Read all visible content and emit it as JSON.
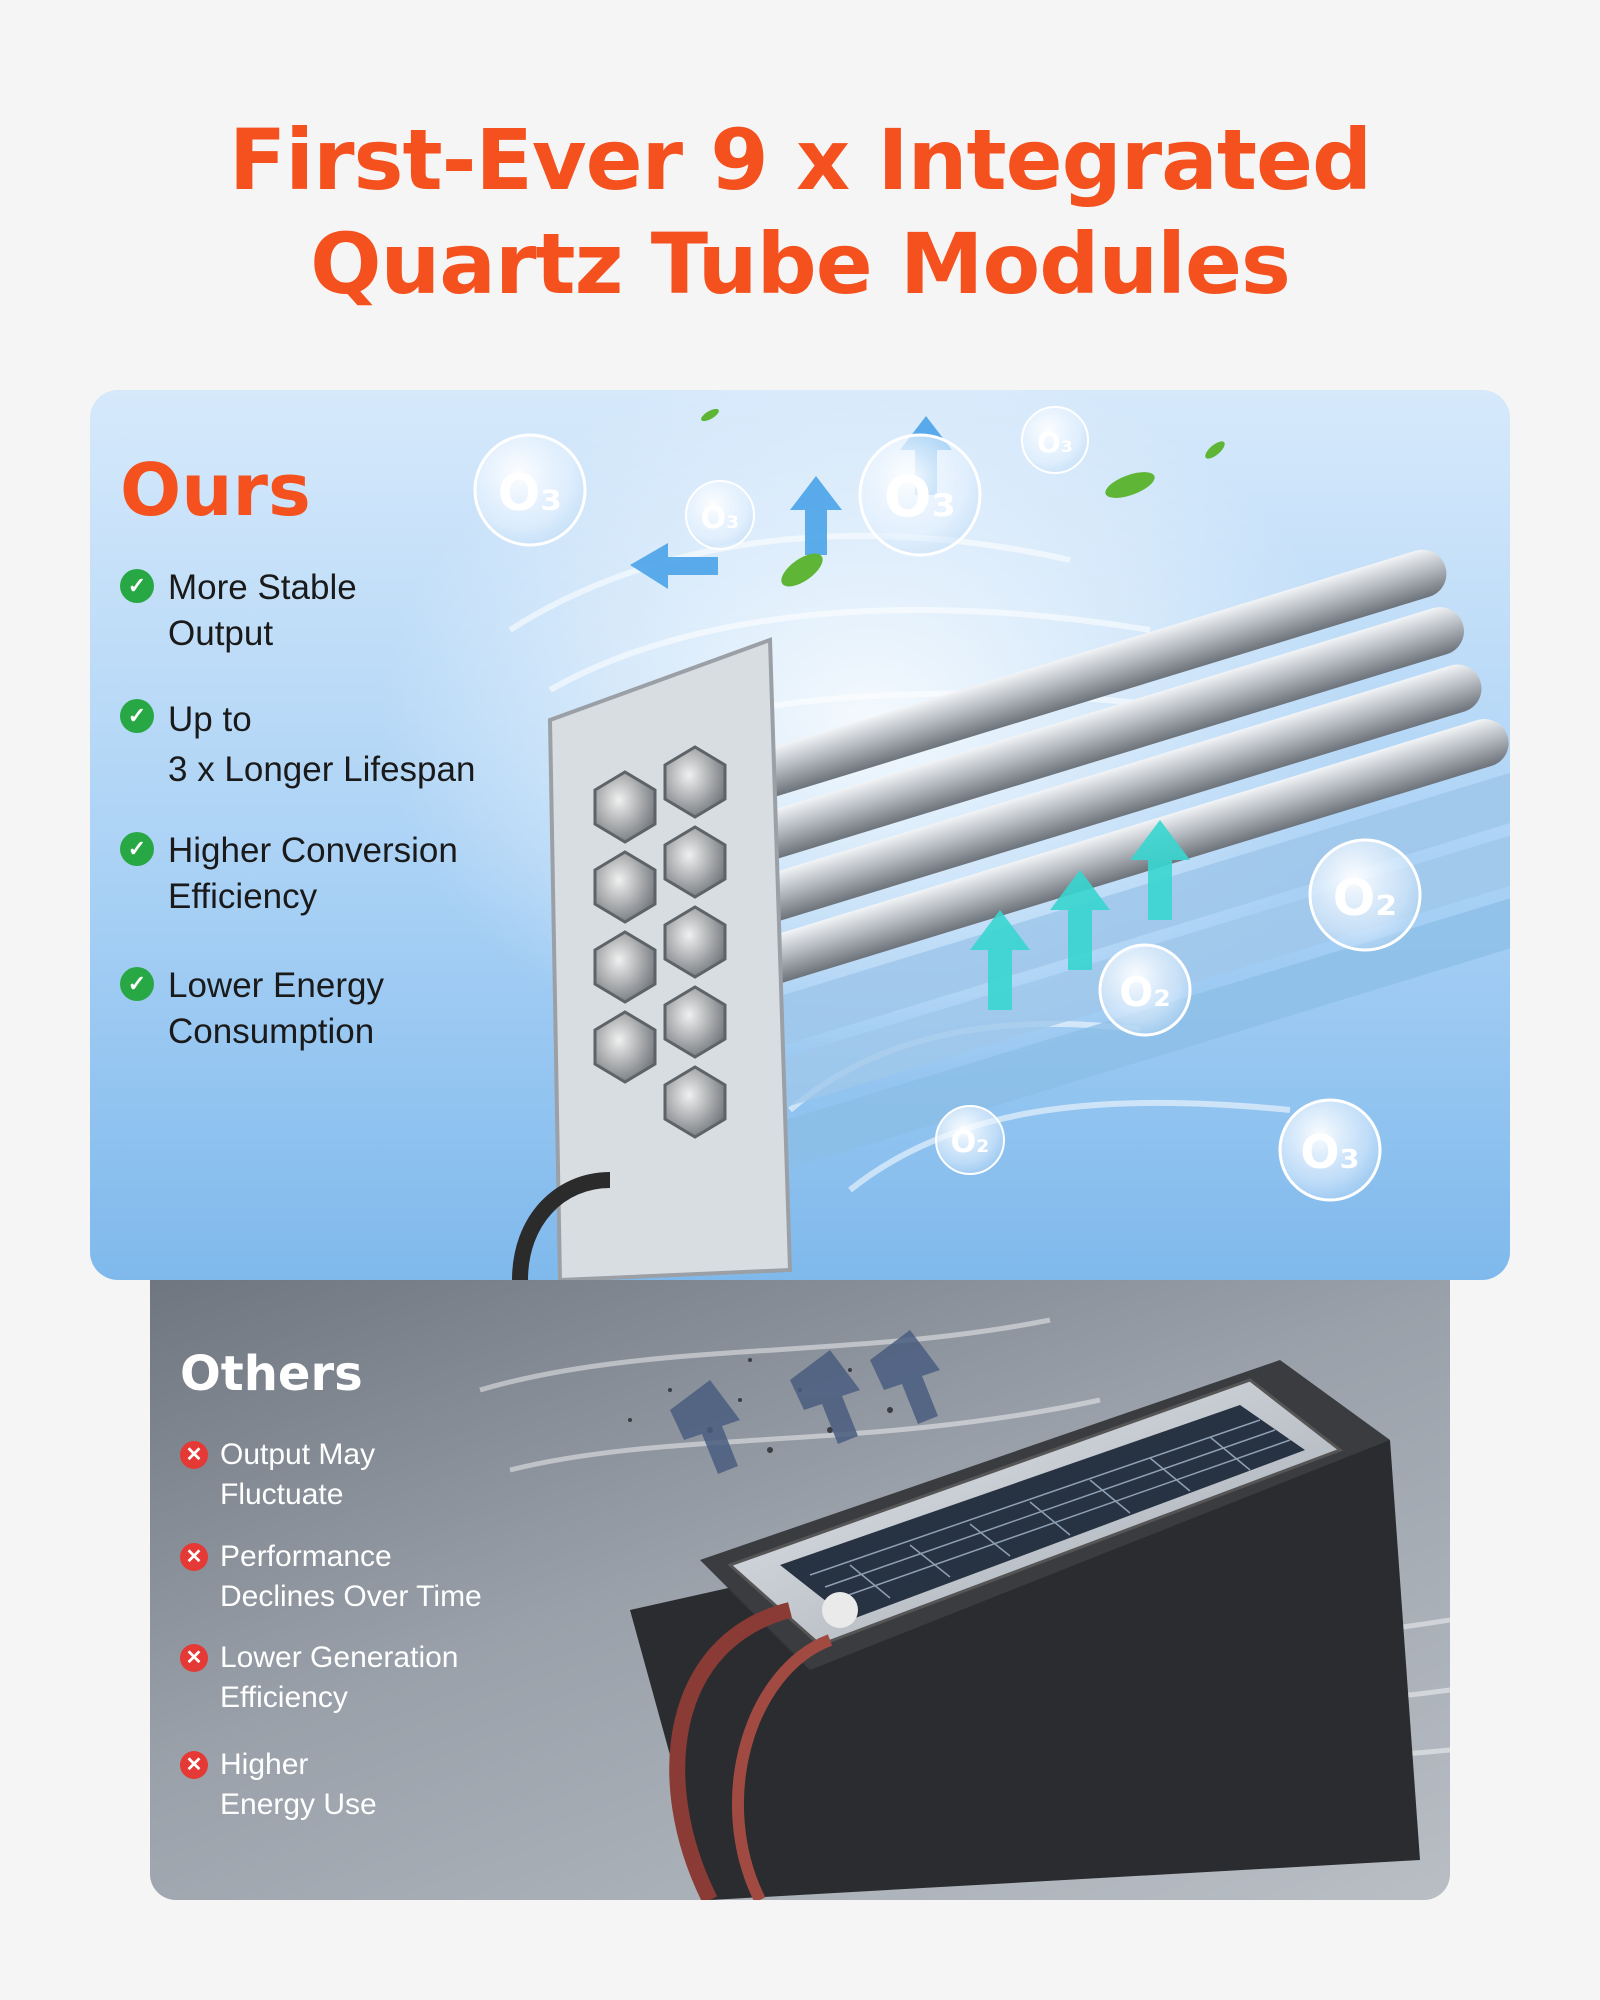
{
  "headline": {
    "line1": "First-Ever 9 x Integrated",
    "line2": "Quartz Tube Modules"
  },
  "ours": {
    "title": "Ours",
    "features": [
      {
        "line1": "More Stable",
        "line2": "Output"
      },
      {
        "line1": "Up to",
        "line2": "3 x Longer Lifespan"
      },
      {
        "line1": "Higher Conversion",
        "line2": "Efficiency"
      },
      {
        "line1": "Lower Energy",
        "line2": "Consumption"
      }
    ],
    "bubbles": {
      "ozone": "O₃",
      "oxygen": "O₂"
    }
  },
  "others": {
    "title": "Others",
    "features": [
      {
        "line1": "Output May",
        "line2": "Fluctuate"
      },
      {
        "line1": "Performance",
        "line2": "Declines Over Time"
      },
      {
        "line1": "Lower Generation",
        "line2": "Efficiency"
      },
      {
        "line1": "Higher",
        "line2": "Energy Use"
      }
    ]
  },
  "colors": {
    "accent": "#f4511e",
    "check": "#28a745",
    "cross": "#e53935"
  },
  "icons": {
    "check": "checkmark-icon",
    "cross": "cross-icon"
  }
}
